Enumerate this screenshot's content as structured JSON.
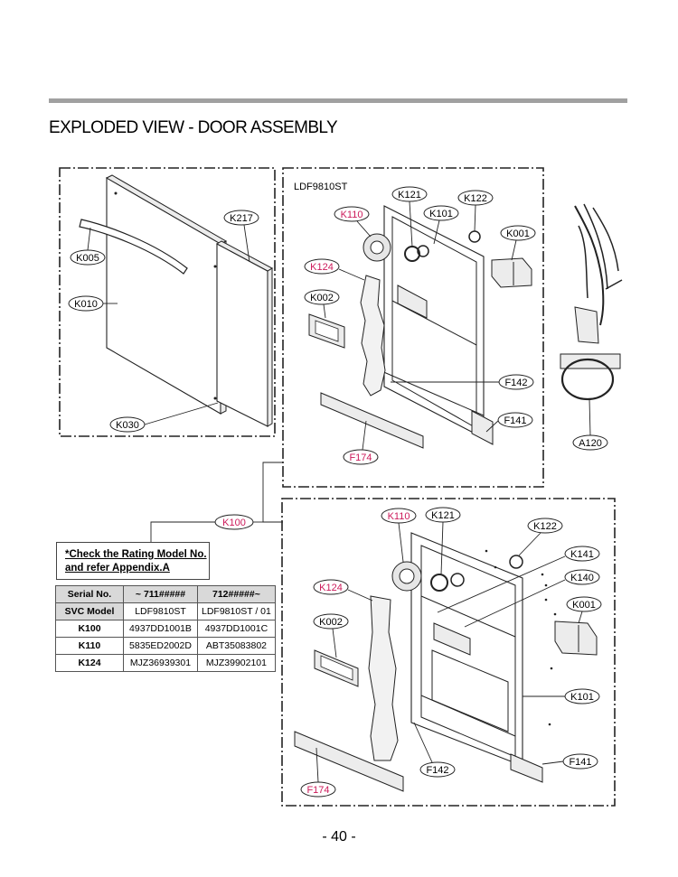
{
  "page": {
    "title": "EXPLODED VIEW - DOOR ASSEMBLY",
    "page_number": "- 40 -"
  },
  "upper_view": {
    "model_label": "LDF9810ST",
    "labels": {
      "k005": "K005",
      "k010": "K010",
      "k030": "K030",
      "k217": "K217",
      "k110": "K110",
      "k121": "K121",
      "k101": "K101",
      "k122": "K122",
      "k001": "K001",
      "k124": "K124",
      "k002": "K002",
      "f142": "F142",
      "f141": "F141",
      "f174": "F174",
      "a120": "A120"
    }
  },
  "lower_view": {
    "labels": {
      "k100": "K100",
      "k110": "K110",
      "k121": "K121",
      "k122": "K122",
      "k141": "K141",
      "k140": "K140",
      "k124": "K124",
      "k001": "K001",
      "k002": "K002",
      "k101": "K101",
      "f142": "F142",
      "f141": "F141",
      "f174": "F174"
    }
  },
  "note": {
    "line1": "*Check the Rating Model No.",
    "line2": "and refer Appendix.A"
  },
  "serial_table": {
    "headers": [
      "Serial No.",
      "~ 711#####",
      "712#####~"
    ],
    "rows": [
      [
        "SVC Model",
        "LDF9810ST",
        "LDF9810ST / 01"
      ],
      [
        "K100",
        "4937DD1001B",
        "4937DD1001C"
      ],
      [
        "K110",
        "5835ED2002D",
        "ABT35083802"
      ],
      [
        "K124",
        "MJZ36939301",
        "MJZ39902101"
      ]
    ]
  },
  "colors": {
    "rule": "#a0a0a0",
    "highlight_label": "#cc1a5a",
    "line": "#222222",
    "table_header_bg": "#d9d9d9"
  }
}
